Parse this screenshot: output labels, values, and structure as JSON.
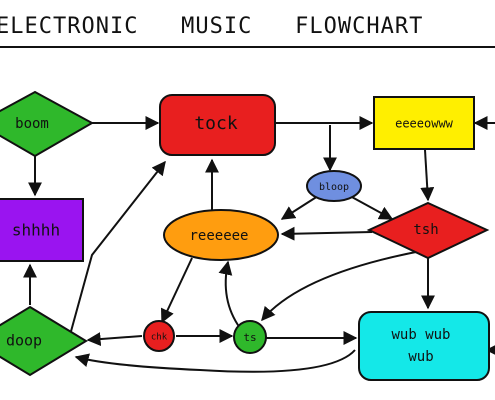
{
  "title": "ELECTRONIC   MUSIC   FLOWCHART",
  "colors": {
    "stroke": "#111111",
    "green": "#2fb82b",
    "red": "#e81f1f",
    "yellow": "#ffef00",
    "purple": "#9a14f0",
    "orange": "#ff9d0f",
    "blue": "#6f8fe0",
    "cyan": "#14e8e8"
  },
  "nodes": {
    "boom": "boom",
    "tock": "tock",
    "eeeeowww": "eeeeowww",
    "bloop": "bloop",
    "shhhh": "shhhh",
    "reeeeee": "reeeeee",
    "tsh": "tsh",
    "doop": "doop",
    "chk": "chk",
    "ts": "ts",
    "wub_line1": "wub  wub",
    "wub_line2": "wub"
  }
}
